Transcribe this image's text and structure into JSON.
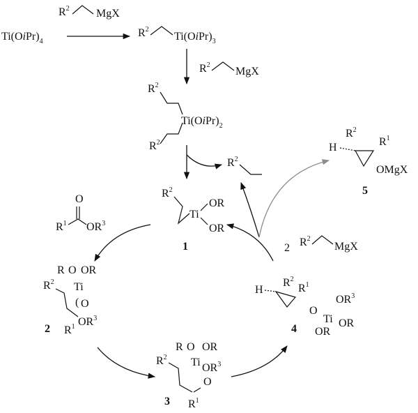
{
  "reagents": {
    "start": "Ti(OiPr)4",
    "grignard_top": "R2 MgX",
    "mono_alkyl": "R2 Ti(OiPr)3",
    "grignard_second": "R2 MgX",
    "dialkyl": "Ti(OiPr)2",
    "byproduct": "R2 (ethane)",
    "grignard_cycle": "2 R2 MgX"
  },
  "labels": {
    "MgX": "MgX",
    "R": "R",
    "OR": "OR",
    "Ti": "Ti",
    "O": "O",
    "H": "H",
    "OMgX": "OMgX",
    "two": "2",
    "Ti_OiPr_4": "Ti(O",
    "Ti_OiPr_3": "Ti(O",
    "Ti_OiPr_2": "Ti(O"
  },
  "compounds": [
    "1",
    "2",
    "3",
    "4",
    "5"
  ],
  "colors": {
    "ink": "#111111",
    "gray_arrow": "#8c8c8c"
  }
}
